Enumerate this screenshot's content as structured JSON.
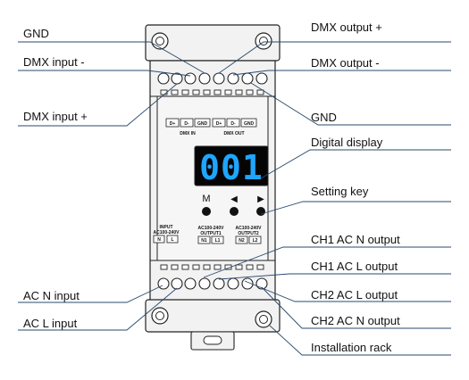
{
  "callouts": {
    "gnd_top": "GND",
    "dmx_input_minus": "DMX input -",
    "dmx_input_plus": "DMX input +",
    "dmx_output_plus": "DMX output +",
    "dmx_output_minus": "DMX output -",
    "gnd_right": "GND",
    "digital_display": "Digital display",
    "setting_key": "Setting key",
    "ch1_ac_n_output": "CH1 AC N output",
    "ch1_ac_l_output": "CH1 AC L output",
    "ch2_ac_l_output": "CH2 AC L output",
    "ch2_ac_n_output": "CH2 AC N output",
    "installation_rack": "Installation rack",
    "ac_n_input": "AC N input",
    "ac_l_input": "AC L input"
  },
  "device": {
    "display_value": "001",
    "display_color": "#1ea6ff",
    "panel_color": "#f2f2f2",
    "dmx_in_terminals": [
      "D+",
      "D-",
      "GND"
    ],
    "dmx_out_terminals": [
      "D+",
      "D-",
      "GND"
    ],
    "dmx_in_label": "DMX IN",
    "dmx_out_label": "DMX OUT",
    "keys": [
      "M",
      "◀",
      "▶"
    ],
    "input_block": {
      "title1": "INPUT",
      "title2": "AC100-240V",
      "terms": [
        "N",
        "L"
      ]
    },
    "output1_block": {
      "title1": "AC100-240V",
      "title2": "OUTPUT1",
      "terms": [
        "N1",
        "L1"
      ]
    },
    "output2_block": {
      "title1": "AC100-240V",
      "title2": "OUTPUT2",
      "terms": [
        "N2",
        "L2"
      ]
    }
  }
}
